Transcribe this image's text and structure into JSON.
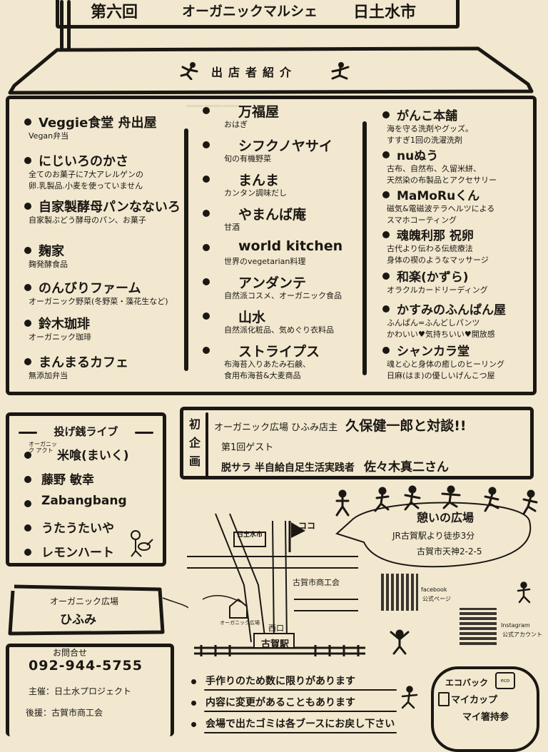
{
  "header": {
    "title_left": "第六回",
    "title_mid": "オーガニックマルシェ",
    "title_right": "日土水市",
    "section_title": "出店者紹介"
  },
  "vendors": {
    "col1": [
      {
        "name": "Veggie食堂 舟出屋",
        "desc": [
          "Vegan弁当"
        ]
      },
      {
        "name": "にじいろのかさ",
        "desc": [
          "全てのお菓子に7大アレルゲンの",
          "卵.乳製品.小麦を使っていません"
        ]
      },
      {
        "name": "自家製酵母パンなないろ",
        "desc": [
          "自家製ぶどう酵母のパン、お菓子"
        ]
      },
      {
        "name": "麹家",
        "desc": [
          "麹発酵食品"
        ]
      },
      {
        "name": "のんびりファーム",
        "desc": [
          "オーガニック野菜(冬野菜・藻花生など)"
        ]
      },
      {
        "name": "鈴木珈琲",
        "desc": [
          "オーガニック珈琲"
        ]
      },
      {
        "name": "まんまるカフェ",
        "desc": [
          "無添加弁当"
        ]
      }
    ],
    "col2": [
      {
        "name": "万福屋",
        "desc": [
          "おはぎ"
        ]
      },
      {
        "name": "シフクノヤサイ",
        "desc": [
          "旬の有機野菜"
        ]
      },
      {
        "name": "まんま",
        "desc": [
          "カンタン調味だし"
        ]
      },
      {
        "name": "やまんば庵",
        "desc": [
          "甘酒"
        ]
      },
      {
        "name": "world kitchen",
        "desc": [
          "世界のvegetarian料理"
        ]
      },
      {
        "name": "アンダンテ",
        "desc": [
          "自然派コスメ、オーガニック食品"
        ]
      },
      {
        "name": "山水",
        "desc": [
          "自然派化粧品、気めぐり衣料品"
        ]
      },
      {
        "name": "ストライプス",
        "desc": [
          "布海苔入りあたみ石鹸、",
          "食用布海苔&大麦商品"
        ]
      }
    ],
    "col3": [
      {
        "name": "がんこ本舗",
        "desc": [
          "海を守る洗剤やグッズ。",
          "すすぎ1回の洗濯洗剤"
        ]
      },
      {
        "name": "nuぬう",
        "desc": [
          "古布、自然布、久留米絣、",
          "天然染の布製品とアクセサリー"
        ]
      },
      {
        "name": "MaMoRuくん",
        "desc": [
          "磁気&電磁波テラヘルツによる",
          "スマホコーティング"
        ]
      },
      {
        "name": "魂魄利那 祝卵",
        "desc": [
          "古代より伝わる伝統療法",
          "身体の禊のようなマッサージ"
        ]
      },
      {
        "name": "和楽(かずら)",
        "desc": [
          "オラクルカードリーディング"
        ]
      },
      {
        "name": "かすみのふんぱん屋",
        "desc": [
          "ふんぱん=ふんどしパンツ",
          "かわいい♥気持ちいい♥開放感"
        ]
      },
      {
        "name": "シャンカラ堂",
        "desc": [
          "魂と心と身体の癒しのヒーリング",
          "日麻(はま)の優しいげんこつ屋"
        ]
      }
    ]
  },
  "live": {
    "title": "投げ銭ライブ",
    "acoustic_note": "オーガニック アクト",
    "performers": [
      "米喰(まいく)",
      "藤野 敏幸",
      "Zabangbang",
      "うたうたいや",
      "レモンハート"
    ]
  },
  "feature": {
    "label": "初企画",
    "line1_prefix": "オーガニック広場 ひふみ店主",
    "line1_name": "久保健一郎と対談!!",
    "line2": "第1回ゲスト",
    "line3_prefix": "脱サラ 半自給自足生活実践者",
    "line3_name": "佐々木真二さん"
  },
  "map": {
    "here_label": "ココ",
    "store_sign": "日土水市",
    "bubble_title": "憩いの広場",
    "bubble_access": "JR古賀駅より徒歩3分",
    "bubble_address": "古賀市天神2-2-5",
    "shoukoukai": "古賀市商工会",
    "small_shop": "オーガニック広場",
    "west_exit": "西口",
    "station": "古賀駅",
    "facebook_label": "facebook",
    "facebook_sub": "公式ページ",
    "instagram_label": "Instagram",
    "instagram_sub": "公式アカウント"
  },
  "hifumi": {
    "line1": "オーガニック広場",
    "line2": "ひふみ"
  },
  "contact": {
    "label": "お問合せ",
    "phone": "092-944-5755",
    "organizer": "主催：日土水プロジェクト",
    "support": "後援：古賀市商工会"
  },
  "notes": [
    "手作りのため数に限りがあります",
    "内容に変更があることもあります",
    "会場で出たゴミは各ブースにお戻し下さい"
  ],
  "eco": {
    "title": "エコバック",
    "line2": "マイカップ",
    "line3": "マイ箸持参",
    "tag": "eco"
  }
}
